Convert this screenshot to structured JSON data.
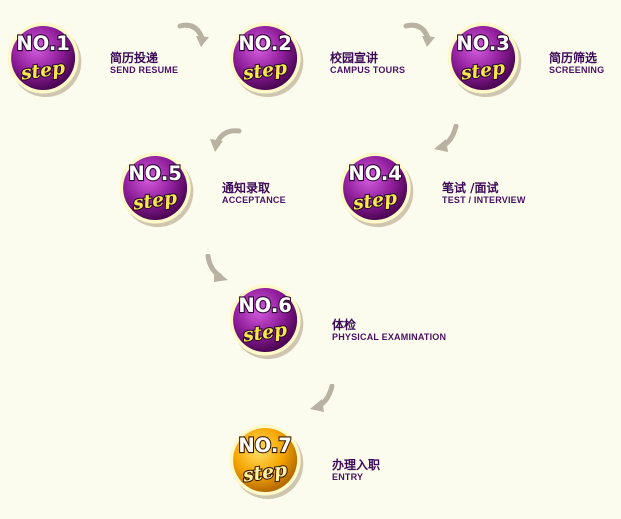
{
  "steps": [
    {
      "id": "s1",
      "no": "NO.1",
      "step": "step",
      "cn": "简历投递",
      "en": "SEND RESUME",
      "variant": "purple"
    },
    {
      "id": "s2",
      "no": "NO.2",
      "step": "step",
      "cn": "校园宣讲",
      "en": "CAMPUS TOURS",
      "variant": "purple"
    },
    {
      "id": "s3",
      "no": "NO.3",
      "step": "step",
      "cn": "简历筛选",
      "en": "SCREENING",
      "variant": "purple"
    },
    {
      "id": "s4",
      "no": "NO.4",
      "step": "step",
      "cn": "笔试 /面试",
      "en": "TEST / INTERVIEW",
      "variant": "purple"
    },
    {
      "id": "s5",
      "no": "NO.5",
      "step": "step",
      "cn": "通知录取",
      "en": "ACCEPTANCE",
      "variant": "purple"
    },
    {
      "id": "s6",
      "no": "NO.6",
      "step": "step",
      "cn": "体检",
      "en": "PHYSICAL EXAMINATION",
      "variant": "purple"
    },
    {
      "id": "s7",
      "no": "NO.7",
      "step": "step",
      "cn": "办理入职",
      "en": "ENTRY",
      "variant": "orange"
    }
  ],
  "arrows": [
    {
      "name": "arrow-1-to-2",
      "icon": "curved-arrow-icon"
    },
    {
      "name": "arrow-2-to-3",
      "icon": "curved-arrow-icon"
    },
    {
      "name": "arrow-3-to-4",
      "icon": "curved-arrow-icon"
    },
    {
      "name": "arrow-4-to-5",
      "icon": "curved-arrow-icon"
    },
    {
      "name": "arrow-5-to-6",
      "icon": "curved-arrow-icon"
    },
    {
      "name": "arrow-6-to-7",
      "icon": "curved-arrow-icon"
    }
  ],
  "colors": {
    "background": "#fbfbee",
    "badge_purple": "#8e1d99",
    "badge_orange": "#f5a500",
    "step_text": "#f7e84a",
    "label_text": "#3c0a57",
    "arrow": "#b9b2a2"
  }
}
